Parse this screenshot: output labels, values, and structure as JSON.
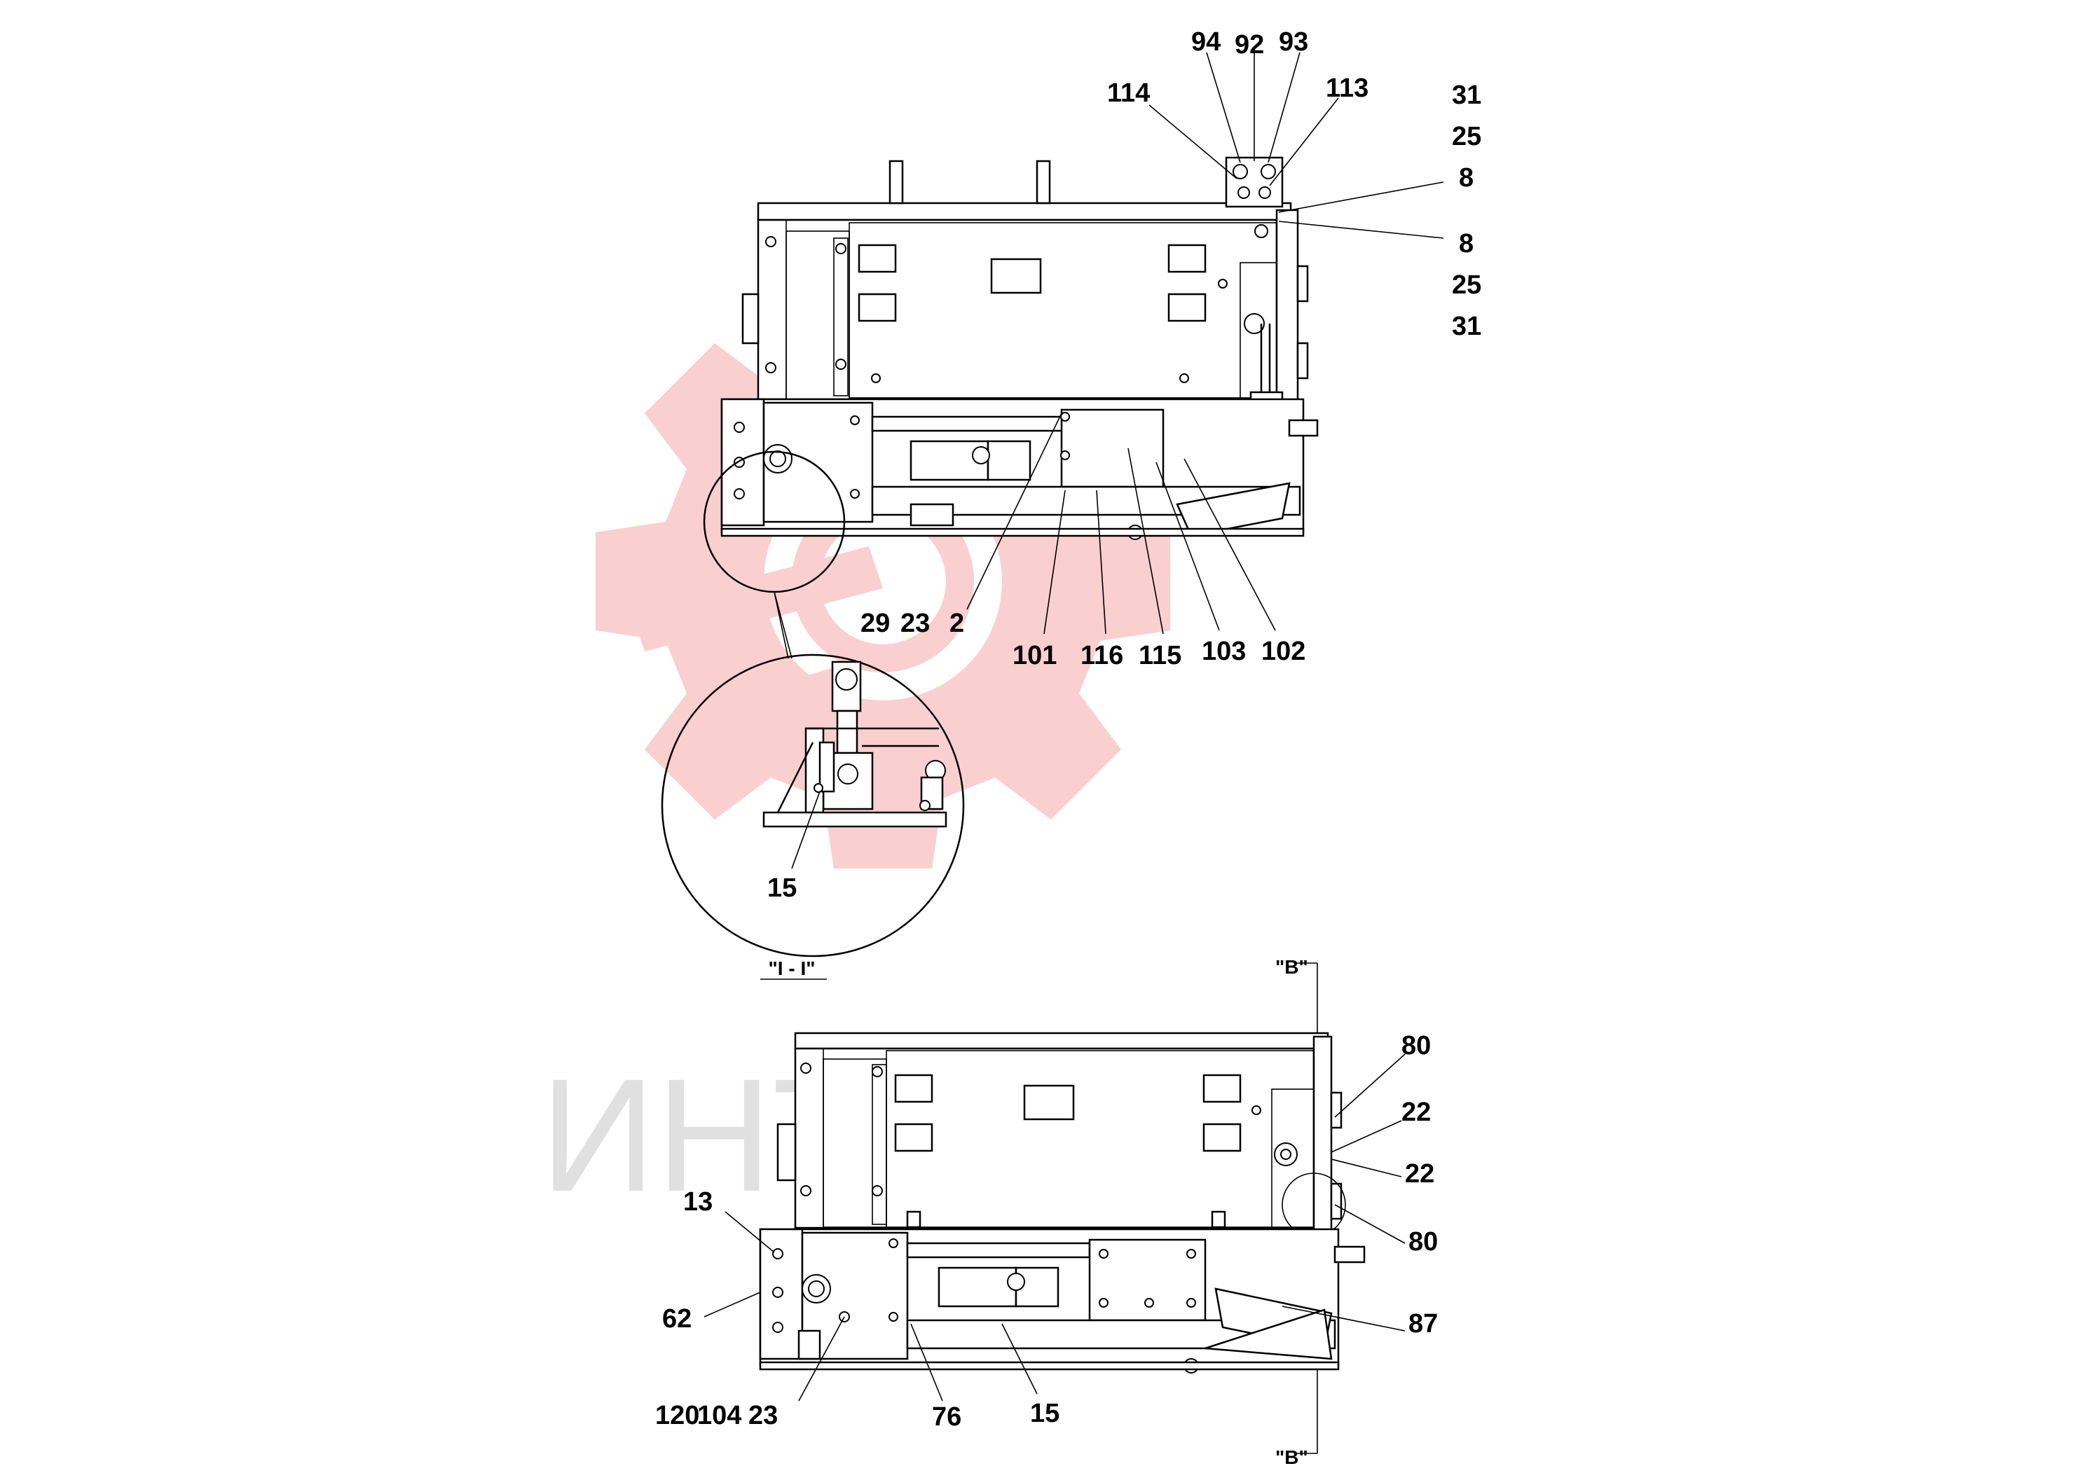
{
  "watermark": {
    "text": "ИНТЕХ",
    "color": "#f28080",
    "gear_color": "#f6a8a8"
  },
  "section_label": "\"I - I\"",
  "view_marker": "\"B\"",
  "top_view_labels": {
    "l94": "94",
    "l92": "92",
    "l93": "93",
    "l114": "114",
    "l113": "113",
    "r31a": "31",
    "r25a": "25",
    "r8a": "8",
    "r8b": "8",
    "r25b": "25",
    "r31b": "31",
    "l29": "29",
    "l23": "23",
    "l2": "2",
    "l101": "101",
    "l116": "116",
    "l115": "115",
    "l103": "103",
    "l102": "102"
  },
  "detail_labels": {
    "l15": "15"
  },
  "bottom_view_labels": {
    "l80a": "80",
    "l22a": "22",
    "l22b": "22",
    "l80b": "80",
    "l87": "87",
    "l13": "13",
    "l62": "62",
    "l120": "120",
    "l104": "104",
    "l23": "23",
    "l76": "76",
    "l15": "15"
  }
}
